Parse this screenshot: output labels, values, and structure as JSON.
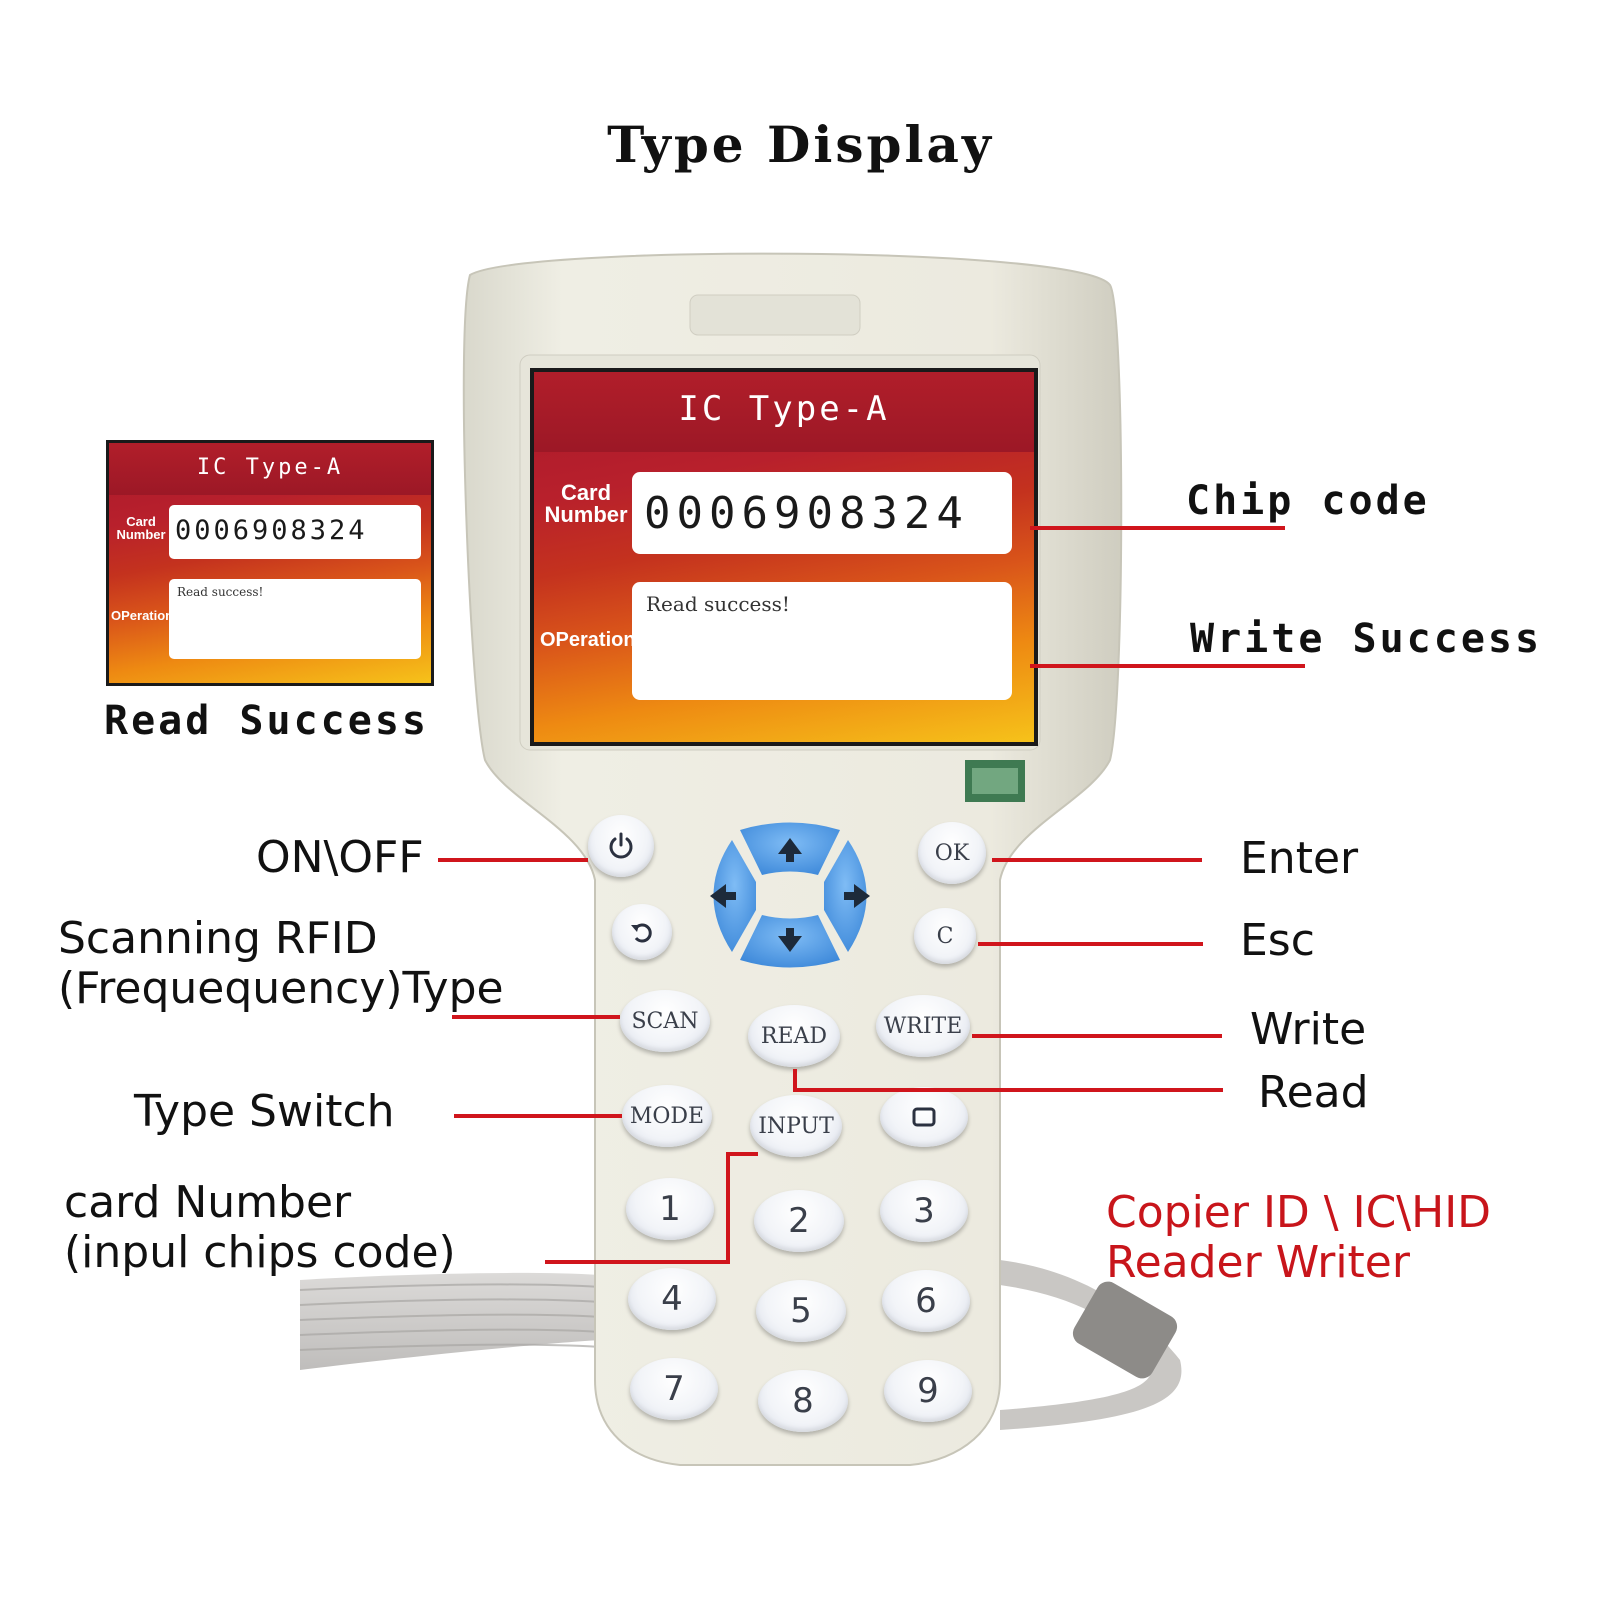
{
  "title": "Type Display",
  "callouts": {
    "chip_code": "Chip code",
    "write_success": "Write Success",
    "read_success": "Read Success",
    "on_off": "ON\\OFF",
    "scanning_line1": "Scanning RFID",
    "scanning_line2": "(Frequequency)Type",
    "type_switch": "Type Switch",
    "card_number_line1": "card Number",
    "card_number_line2": "(inpul chips code)",
    "enter": "Enter",
    "esc": "Esc",
    "write": "Write",
    "read": "Read"
  },
  "caption": {
    "line1": "Copier ID \\ IC\\HID",
    "line2": "Reader Writer"
  },
  "screen": {
    "header": "IC Type-A",
    "card_label_1": "Card",
    "card_label_2": "Number",
    "card_number": "0006908324",
    "operation_label": "OPeration",
    "message": "Read success!"
  },
  "inset_screen": {
    "header": "IC Type-A",
    "card_label_1": "Card",
    "card_label_2": "Number",
    "card_number": "0006908324",
    "operation_label": "OPeration",
    "message": "Read success!"
  },
  "keys": {
    "ok": "OK",
    "c": "C",
    "scan": "SCAN",
    "read": "READ",
    "write": "WRITE",
    "mode": "MODE",
    "input": "INPUT",
    "digits": [
      "1",
      "2",
      "3",
      "4",
      "5",
      "6",
      "7",
      "8",
      "9"
    ]
  },
  "colors": {
    "leader_red": "#d0151c",
    "caption_red": "#c8151b",
    "device_body": "#ecebe0",
    "nav_blue": "#3d8de0"
  },
  "icons": {
    "power": "power-icon",
    "back": "back-arrow-icon",
    "stop": "square-icon",
    "nav_up": "arrow-up-icon",
    "nav_down": "arrow-down-icon",
    "nav_left": "arrow-left-icon",
    "nav_right": "arrow-right-icon"
  }
}
